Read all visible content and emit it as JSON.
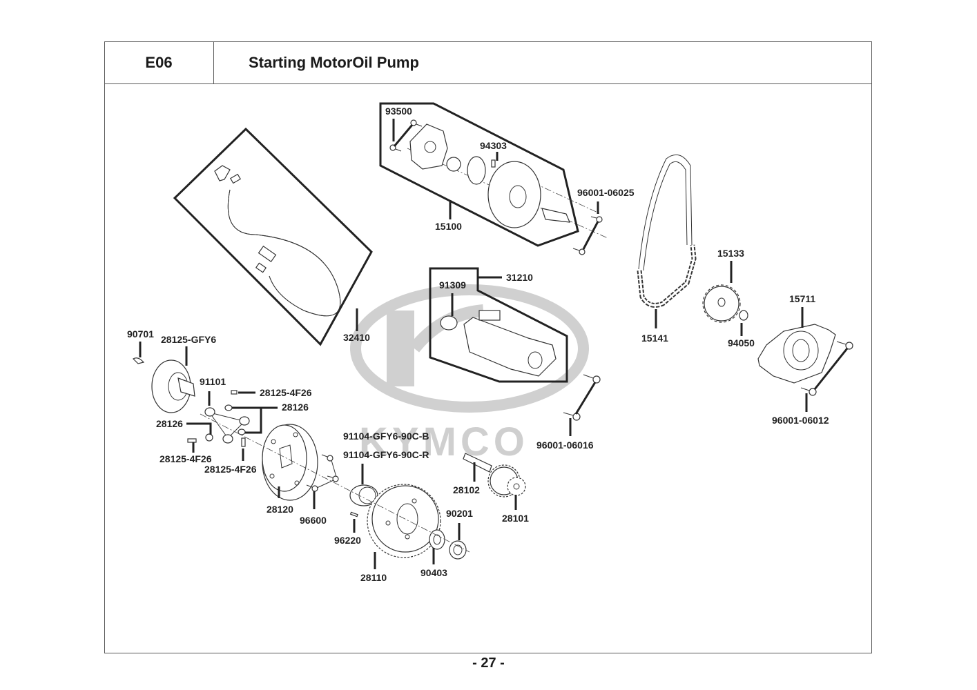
{
  "header": {
    "section_code": "E06",
    "title": "Starting MotorOil Pump"
  },
  "watermark": {
    "brand": "KYMCO"
  },
  "page_number": "- 27 -",
  "parts": [
    {
      "id": "p93500",
      "number": "93500"
    },
    {
      "id": "p94303",
      "number": "94303"
    },
    {
      "id": "p15100",
      "number": "15100"
    },
    {
      "id": "p96001_06025",
      "number": "96001-06025"
    },
    {
      "id": "p32410",
      "number": "32410"
    },
    {
      "id": "p31210",
      "number": "31210"
    },
    {
      "id": "p91309",
      "number": "91309"
    },
    {
      "id": "p15133",
      "number": "15133"
    },
    {
      "id": "p15141",
      "number": "15141"
    },
    {
      "id": "p94050",
      "number": "94050"
    },
    {
      "id": "p15711",
      "number": "15711"
    },
    {
      "id": "p96001_06012",
      "number": "96001-06012"
    },
    {
      "id": "p90701",
      "number": "90701"
    },
    {
      "id": "p28125_GFY6",
      "number": "28125-GFY6"
    },
    {
      "id": "p91101",
      "number": "91101"
    },
    {
      "id": "p28125_4F26_a",
      "number": "28125-4F26"
    },
    {
      "id": "p28126_a",
      "number": "28126"
    },
    {
      "id": "p28126_b",
      "number": "28126"
    },
    {
      "id": "p28125_4F26_b",
      "number": "28125-4F26"
    },
    {
      "id": "p28125_4F26_c",
      "number": "28125-4F26"
    },
    {
      "id": "p96001_06016",
      "number": "96001-06016"
    },
    {
      "id": "p91104_B",
      "number": "91104-GFY6-90C-B"
    },
    {
      "id": "p91104_R",
      "number": "91104-GFY6-90C-R"
    },
    {
      "id": "p28102",
      "number": "28102"
    },
    {
      "id": "p28120",
      "number": "28120"
    },
    {
      "id": "p96600",
      "number": "96600"
    },
    {
      "id": "p96220",
      "number": "96220"
    },
    {
      "id": "p90201",
      "number": "90201"
    },
    {
      "id": "p28101",
      "number": "28101"
    },
    {
      "id": "p28110",
      "number": "28110"
    },
    {
      "id": "p90403",
      "number": "90403"
    }
  ]
}
